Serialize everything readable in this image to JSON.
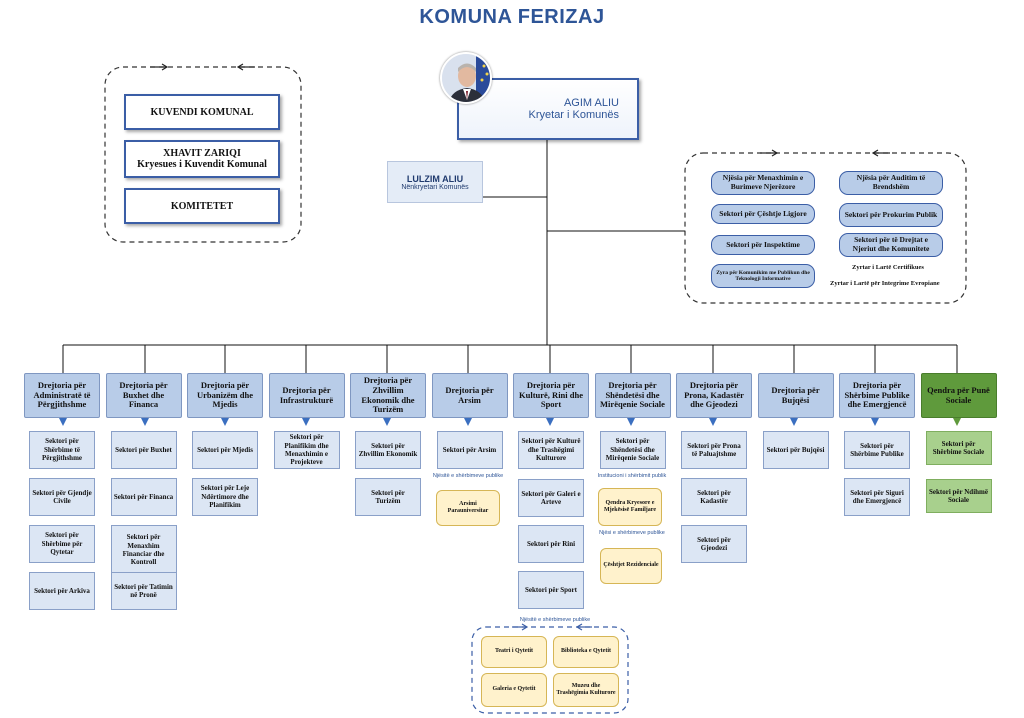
{
  "title": "KOMUNA FERIZAJ",
  "assembly": {
    "items": [
      "KUVENDI KOMUNAL",
      "KOMITETET"
    ],
    "chair_name": "XHAVIT ZARIQI",
    "chair_role": "Kryesues i Kuvendit Komunal"
  },
  "mayor": {
    "name": "AGIM ALIU",
    "role": "Kryetar i Komunës"
  },
  "deputy": {
    "name": "LULZIM ALIU",
    "role": "Nënkryetari Komunës"
  },
  "units_left": [
    "Njësia për Menaxhimin e Burimeve Njerëzore",
    "Sektori për Çështje Ligjore",
    "Sektori për Inspektime",
    "Zyra për Komunikim me Publikun dhe Teknologji Informative"
  ],
  "units_right": [
    "Njësia për Auditim të Brendshëm",
    "Sektori për Prokurim Publik",
    "Sektori për të Drejtat e Njeriut dhe Komunitete"
  ],
  "officers": [
    "Zyrtar i Lartë Certifikues",
    "Zyrtar i Lartë për Integrime Evropiane"
  ],
  "directorates": [
    {
      "name": "Drejtoria për Administratë të Përgjithshme",
      "color": "#b8cce8",
      "sectors": [
        "Sektori për Shërbime të Përgjithshme",
        "Sektori për Gjendje Civile",
        "Sektori për Shërbime për Qytetar",
        "Sektori për Arkiva"
      ]
    },
    {
      "name": "Drejtoria për Buxhet dhe Financa",
      "color": "#b8cce8",
      "sectors": [
        "Sektori për Buxhet",
        "Sektori për Financa",
        "Sektori për Menaxhim Financiar dhe Kontroll",
        "Sektori për Tatimin në Pronë"
      ]
    },
    {
      "name": "Drejtoria për Urbanizëm dhe Mjedis",
      "color": "#b8cce8",
      "sectors": [
        "Sektori për Mjedis",
        "Sektori për Leje Ndërtimore dhe Planifikim"
      ]
    },
    {
      "name": "Drejtoria për Infrastrukturë",
      "color": "#b8cce8",
      "sectors": [
        "Sektori për Planifikim dhe Menaxhimin e Projekteve"
      ]
    },
    {
      "name": "Drejtoria për Zhvillim Ekonomik dhe Turizëm",
      "color": "#b8cce8",
      "sectors": [
        "Sektori për Zhvillim Ekonomik",
        "Sektori për Turizëm"
      ]
    },
    {
      "name": "Drejtoria për Arsim",
      "color": "#b8cce8",
      "sectors": [
        "Sektori për Arsim"
      ]
    },
    {
      "name": "Drejtoria për Kulturë, Rini dhe Sport",
      "color": "#b8cce8",
      "sectors": [
        "Sektori për Kulturë dhe Trashëgimi Kulturore",
        "Sektori për Galeri e Arteve",
        "Sektori për Rini",
        "Sektori për Sport"
      ]
    },
    {
      "name": "Drejtoria për Shëndetësi dhe Mirëqenie Sociale",
      "color": "#b8cce8",
      "sectors": [
        "Sektori për Shëndetësi dhe Mirëqenie Sociale"
      ]
    },
    {
      "name": "Drejtoria për Prona, Kadastër dhe Gjeodezi",
      "color": "#b8cce8",
      "sectors": [
        "Sektori për Prona të Paluajtshme",
        "Sektori për Kadastër",
        "Sektori për Gjeodezi"
      ]
    },
    {
      "name": "Drejtoria për Bujqësi",
      "color": "#b8cce8",
      "sectors": [
        "Sektori për Bujqësi"
      ]
    },
    {
      "name": "Drejtoria për Shërbime Publike dhe Emergjencë",
      "color": "#b8cce8",
      "sectors": [
        "Sektori për Shërbime Publike",
        "Sektori për Siguri dhe Emergjencë"
      ]
    },
    {
      "name": "Qendra për Punë Sociale",
      "color": "#5f9a3c",
      "sectors": [
        "Sektori për Shërbime Sociale",
        "Sektori për Ndihmë Sociale"
      ]
    }
  ],
  "education_services": {
    "label": "Njësitë e shërbimeve publike",
    "items": [
      "Arsimi Parauniversitar"
    ]
  },
  "health_institution": {
    "label": "Institucioni i shërbimit publik",
    "items": [
      "Qendra Kryesore e Mjekësisë Familjare"
    ]
  },
  "health_services": {
    "label": "Njësi e shërbimeve publike",
    "items": [
      "Çështjet Rezidenciale"
    ]
  },
  "culture_services": {
    "label": "Njësitë e shërbimeve publike",
    "items": [
      "Teatri i Qytetit",
      "Biblioteka e Qytetit",
      "Galeria e Qytetit",
      "Muzeu dhe Trashëgimia Kulturore"
    ]
  }
}
